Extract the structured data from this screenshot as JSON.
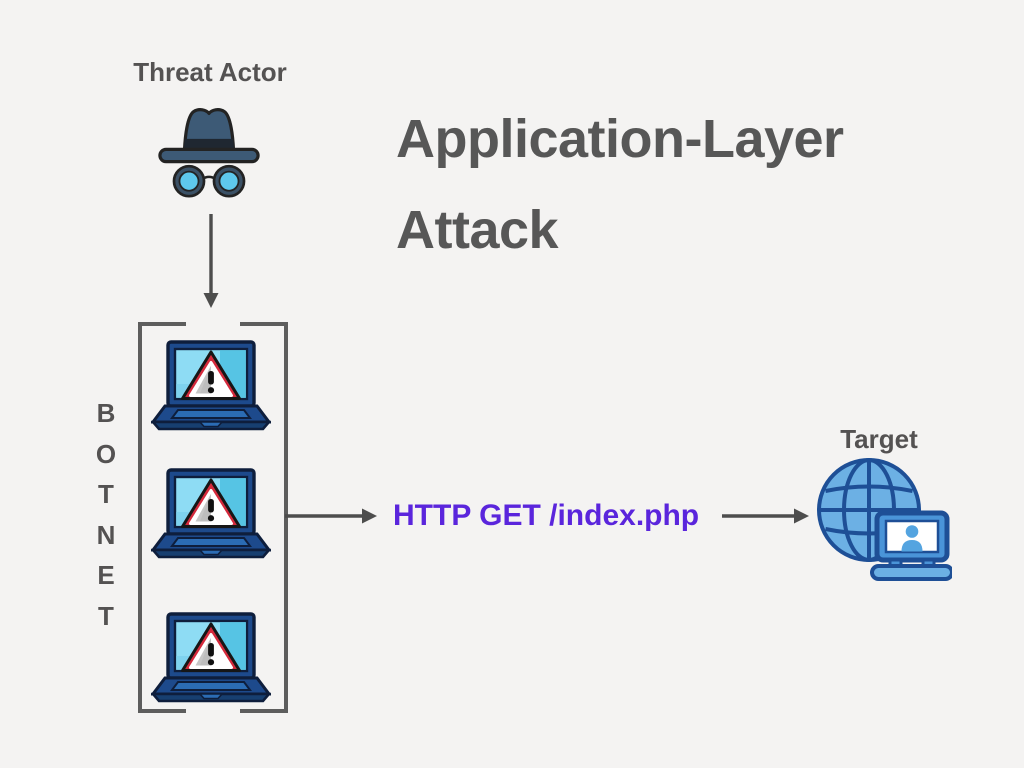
{
  "title": {
    "line1": "Application-Layer",
    "line2": "Attack"
  },
  "threat_actor": {
    "label": "Threat Actor"
  },
  "botnet": {
    "letters": [
      "B",
      "O",
      "T",
      "N",
      "E",
      "T"
    ],
    "bot_count": 3
  },
  "request": {
    "label": "HTTP GET /index.php"
  },
  "target": {
    "label": "Target"
  },
  "icons": [
    "spy-incognito-icon",
    "infected-laptop-warning-icon",
    "globe-laptop-icon",
    "down-arrow",
    "right-arrow"
  ],
  "colors": {
    "background": "#f4f3f2",
    "heading_gray": "#575757",
    "label_gray": "#545252",
    "request_purple": "#5a25dc",
    "arrow_gray": "#4d4d4d",
    "bracket_gray": "#5d5d5d",
    "hat_blue": "#3d5a76",
    "hat_band": "#1f2731",
    "lens_blue": "#5ec8ec",
    "laptop_navy": "#1d4a8c",
    "screen_cyan": "#8edcf4",
    "screen_cyan_dark": "#56c4e4",
    "warning_red": "#d42a3c",
    "globe_blue": "#6cb0e4",
    "globe_line": "#1e4f96",
    "target_frame_blue": "#4a94d8",
    "person_blue": "#54a4e0"
  }
}
